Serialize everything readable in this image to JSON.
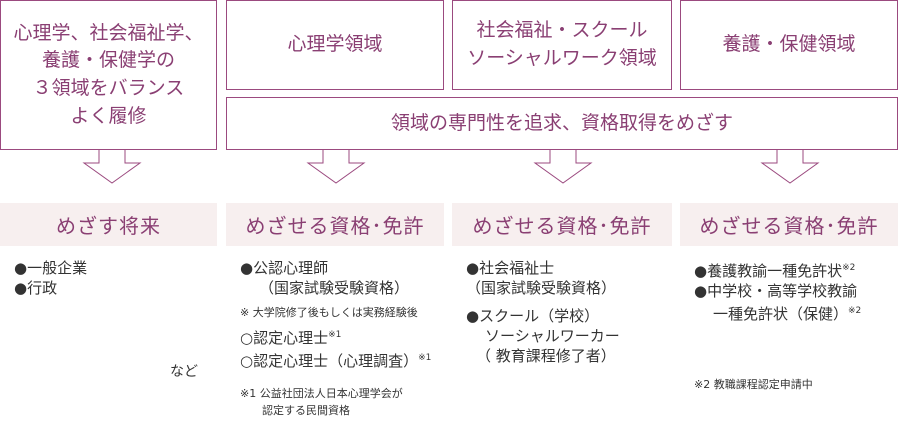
{
  "top": {
    "balance": [
      "心理学、社会福祉学、",
      "養護・保健学の",
      "３領域をバランス",
      "よく履修"
    ],
    "psychology": "心理学領域",
    "social_welfare": [
      "社会福祉・スクール",
      "ソーシャルワーク領域"
    ],
    "health": "養護・保健領域",
    "pursuit": "領域の専門性を追求、資格取得をめざす"
  },
  "panels": {
    "future": {
      "heading": "めざす将来",
      "items": [
        "●一般企業",
        "●行政"
      ],
      "etc": "など"
    },
    "psych": {
      "heading": "めざせる資格･免許",
      "item1": "●公認心理師",
      "item1_sub": "（国家試験受験資格）",
      "note_grad": "※ 大学院修了後もしくは実務経験後",
      "item2": "○認定心理士",
      "item2_mark": "※1",
      "item3": "○認定心理士（心理調査）",
      "item3_mark": "※1",
      "footnote": [
        "※1 公益社団法人日本心理学会が",
        "認定する民間資格"
      ]
    },
    "welfare": {
      "heading": "めざせる資格･免許",
      "item1": "●社会福祉士",
      "item1_sub": "（国家試験受験資格）",
      "item2": "●スクール（学校）",
      "item2_sub1": "ソーシャルワーカー",
      "item2_sub2": "（ 教育課程修了者）"
    },
    "health": {
      "heading": "めざせる資格･免許",
      "item1": "●養護教諭一種免許状",
      "item1_mark": "※2",
      "item2": "●中学校・高等学校教諭",
      "item2_sub": "一種免許状（保健）",
      "item2_mark": "※2",
      "footnote": "※2 教職課程認定申請中"
    }
  },
  "colors": {
    "accent": "#8a3f73",
    "border": "#9b4a7f",
    "panel_head_bg": "#f7efef",
    "arrow": "#9b4a7f"
  }
}
